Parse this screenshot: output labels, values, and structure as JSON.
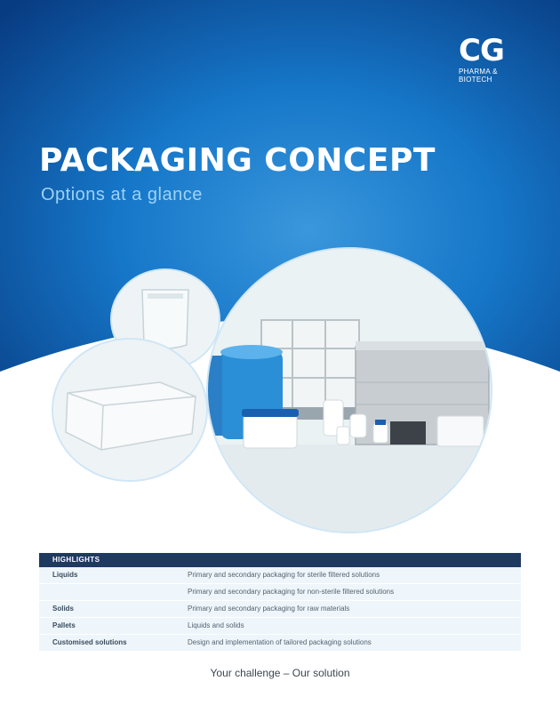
{
  "brand": {
    "logo_mark": "CG",
    "logo_line1": "PHARMA &",
    "logo_line2": "BIOTECH"
  },
  "hero": {
    "title": "PACKAGING CONCEPT",
    "subtitle": "Options at a glance"
  },
  "highlights": {
    "header": "HIGHLIGHTS",
    "rows": [
      {
        "category": "Liquids",
        "description": "Primary and secondary packaging for sterile filtered solutions"
      },
      {
        "category": "",
        "description": "Primary and secondary packaging for non-sterile filtered solutions"
      },
      {
        "category": "Solids",
        "description": "Primary and secondary packaging for raw materials"
      },
      {
        "category": "Pallets",
        "description": "Liquids and solids"
      },
      {
        "category": "Customised solutions",
        "description": "Design and implementation of tailored packaging solutions"
      }
    ]
  },
  "footer": {
    "tagline": "Your challenge – Our solution"
  },
  "colors": {
    "hero_blue": "#0e64b4",
    "navy": "#1e3a5e",
    "row_tint": "#eef6fc"
  }
}
